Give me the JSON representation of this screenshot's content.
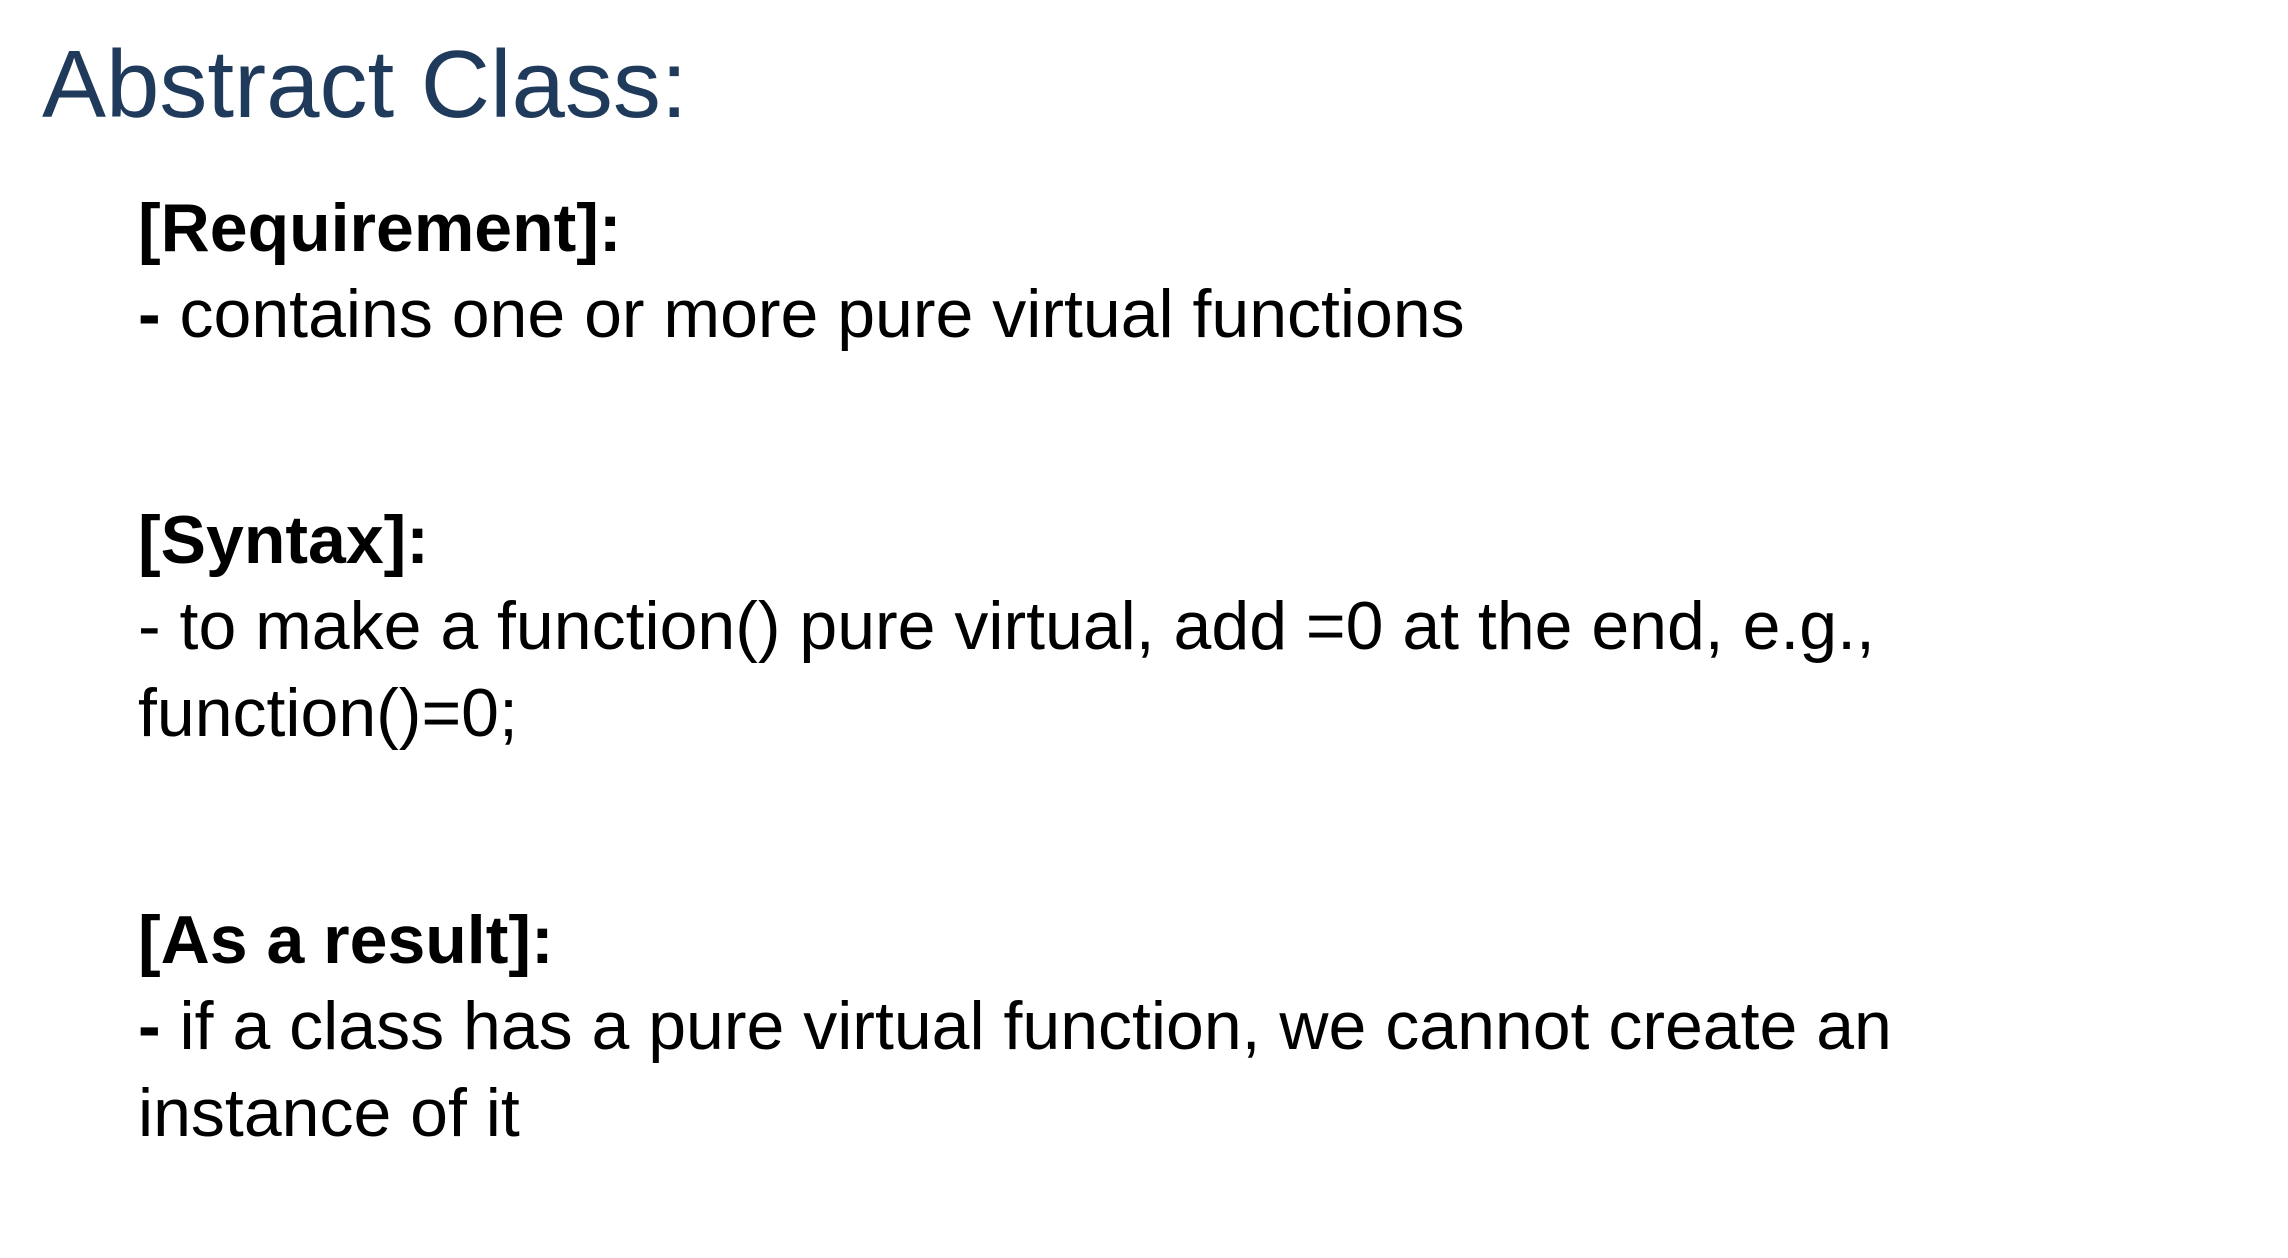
{
  "slide": {
    "title": "Abstract Class:",
    "sections": [
      {
        "heading": "[Requirement]:",
        "bullet": "-",
        "text": " contains one or more pure virtual functions"
      },
      {
        "heading": "[Syntax]:",
        "bullet": "-",
        "text": " to make a function() pure virtual, add =0 at the end, e.g., function()=0;"
      },
      {
        "heading": "[As a result]:",
        "bullet": "-",
        "text": " if a class has a pure virtual function, we cannot create an instance of it"
      }
    ],
    "colors": {
      "title": "#1f3a5a",
      "body": "#000000",
      "background": "#ffffff"
    }
  }
}
